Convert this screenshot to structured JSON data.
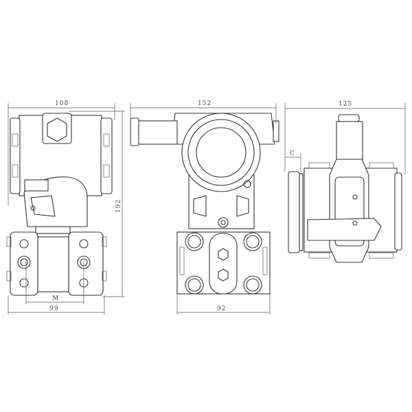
{
  "dimensions": {
    "left_width": "108",
    "height": "192",
    "left_bottom_width": "99",
    "left_flange_spacing": "M",
    "front_width": "152",
    "front_flange_width": "92",
    "right_width": "125",
    "right_offset": "C"
  }
}
